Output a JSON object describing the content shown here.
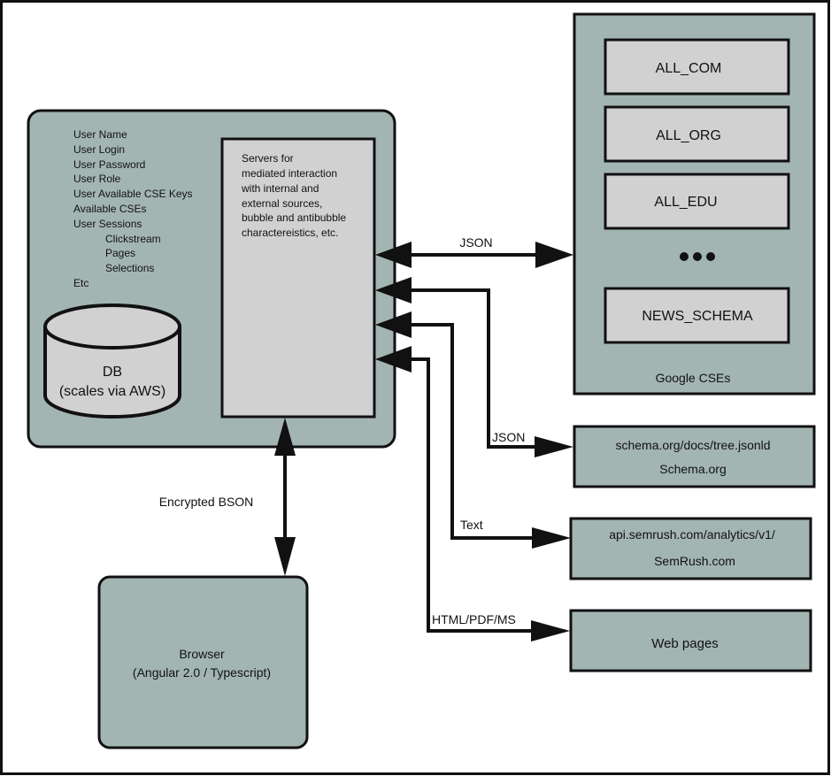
{
  "diagram": {
    "backend": {
      "fields": [
        "User Name",
        "User Login",
        "User Password",
        "User Role",
        "User Available CSE Keys",
        "Available CSEs",
        "User Sessions"
      ],
      "session_subfields": [
        "Clickstream",
        "Pages",
        "Selections"
      ],
      "etc": "Etc",
      "db": {
        "title": "DB",
        "subtitle": "(scales via AWS)"
      },
      "servers_lines": [
        "Servers for",
        "mediated interaction",
        "with internal and",
        "external sources,",
        "bubble and antibubble",
        "charactereistics, etc."
      ]
    },
    "google_cses": {
      "title": "Google CSEs",
      "items": [
        "ALL_COM",
        "ALL_ORG",
        "ALL_EDU",
        "NEWS_SCHEMA"
      ],
      "ellipsis": "•••"
    },
    "connections": {
      "cse": "JSON",
      "schema": "JSON",
      "semrush": "Text",
      "web": "HTML/PDF/MS",
      "browser": "Encrypted BSON"
    },
    "sources": {
      "schema": {
        "line1": "schema.org/docs/tree.jsonld",
        "line2": "Schema.org"
      },
      "semrush": {
        "line1": "api.semrush.com/analytics/v1/",
        "line2": "SemRush.com"
      },
      "web": {
        "line1": "Web pages"
      }
    },
    "browser": {
      "title": "Browser",
      "subtitle": "(Angular 2.0 / Typescript)"
    },
    "colors": {
      "panel": "#a3b5b3",
      "box": "#d1d1d1",
      "stroke": "#111111"
    }
  }
}
